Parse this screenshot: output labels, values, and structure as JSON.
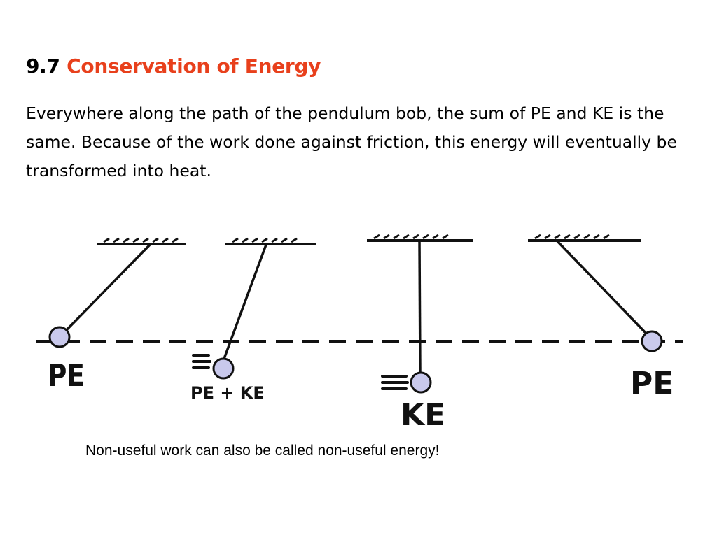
{
  "title": {
    "number": "9.7",
    "text": "Conservation of Energy"
  },
  "body": "Everywhere along the path of the pendulum bob, the sum of PE and KE is the same. Because of the work done against friction, this energy will eventually be transformed into heat.",
  "diagram": {
    "labels": {
      "pe_left": "PE",
      "pe_plus_ke": "PE + KE",
      "ke": "KE",
      "pe_right": "PE"
    }
  },
  "caption": "Non-useful work can also be called non-useful energy!",
  "colors": {
    "accent": "#e8401c",
    "bob_fill": "#c9c9ec",
    "line": "#111111"
  }
}
